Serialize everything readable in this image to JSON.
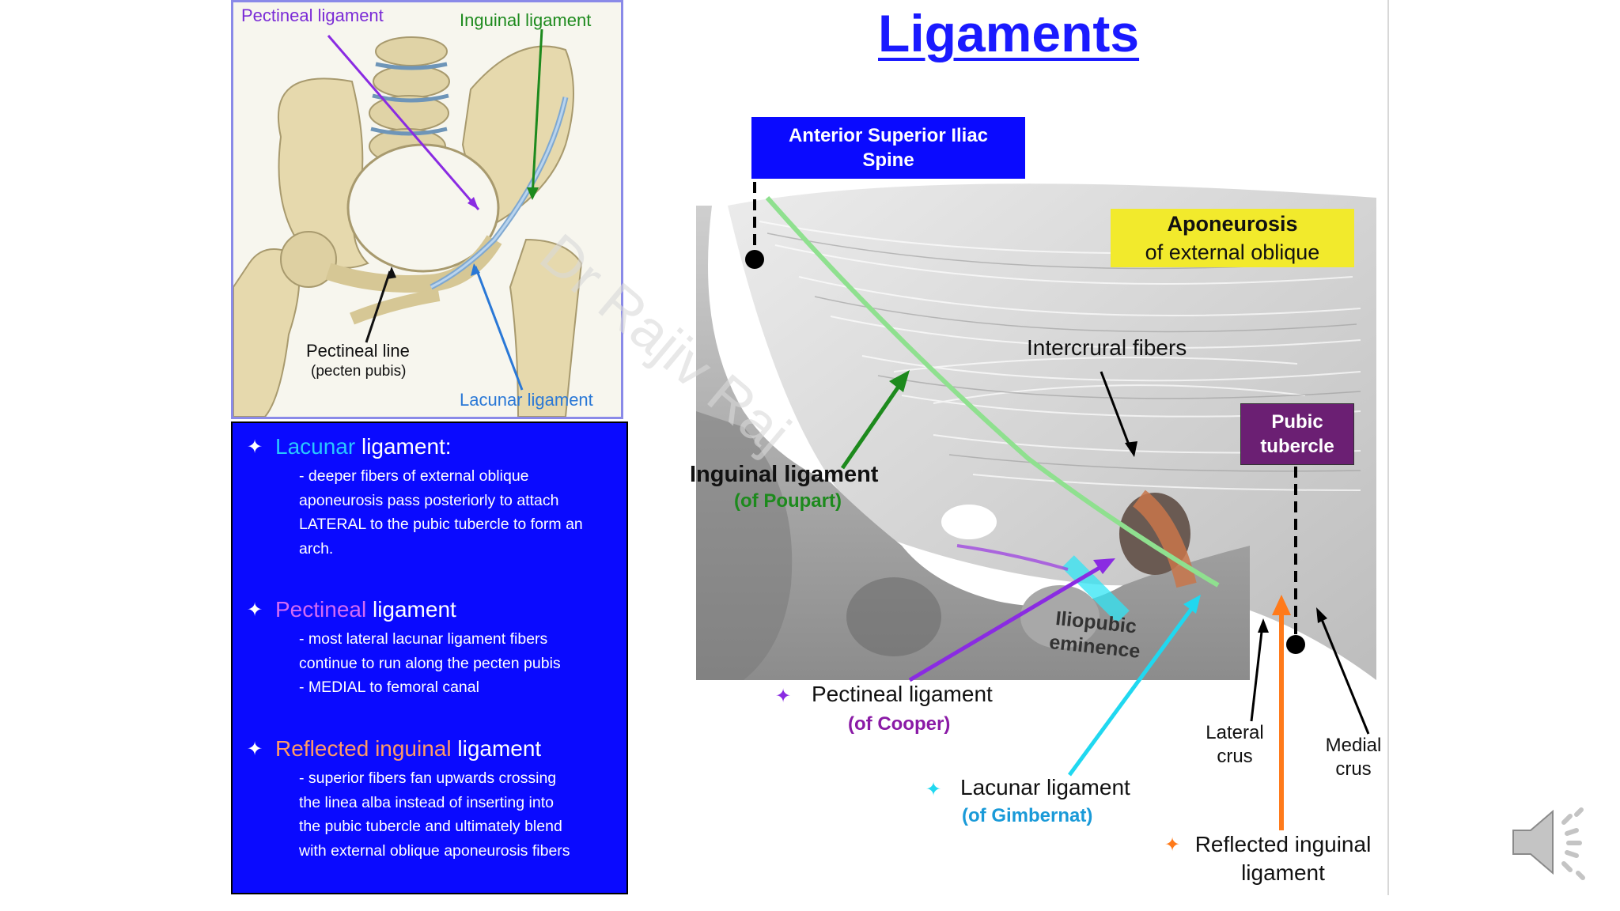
{
  "title": "Ligaments",
  "pelvis_figure": {
    "pectineal_ligament": "Pectineal ligament",
    "inguinal_ligament": "Inguinal ligament",
    "pectineal_line": "Pectineal line",
    "pecten_pubis": "(pecten pubis)",
    "lacunar_ligament": "Lacunar ligament"
  },
  "info_panel": {
    "items": [
      {
        "star": "✦",
        "highlight": "Lacunar",
        "highlight_color": "#29c7ff",
        "rest": " ligament:",
        "body": "- deeper fibers of external oblique\naponeurosis pass posteriorly to attach\nLATERAL to the pubic  tubercle to form an\narch."
      },
      {
        "star": "✦",
        "highlight": "Pectineal",
        "highlight_color": "#d36bf5",
        "rest": " ligament",
        "body": "- most lateral lacunar ligament fibers\ncontinue to run along the pecten pubis\n- MEDIAL to femoral canal"
      },
      {
        "star": "✦",
        "highlight": "Reflected inguinal",
        "highlight_color": "#ff9a66",
        "rest": " ligament",
        "body": "- superior fibers fan upwards crossing\nthe linea alba instead of inserting into\nthe pubic tubercle and ultimately blend\nwith external oblique aponeurosis fibers"
      }
    ]
  },
  "ligament_figure": {
    "asis_line1": "Anterior Superior Iliac",
    "asis_line2": "Spine",
    "aponeurosis_line1": "Aponeurosis",
    "aponeurosis_line2": "of external oblique",
    "intercrural": "Intercrural fibers",
    "pubic_line1": "Pubic",
    "pubic_line2": "tubercle",
    "inguinal": "Inguinal ligament",
    "inguinal_sub": "(of Poupart)",
    "iliopubic_line1": "Iliopubic",
    "iliopubic_line2": "eminence",
    "pectineal": "Pectineal ligament",
    "pectineal_sub": "(of Cooper)",
    "pectineal_star": "✦",
    "lacunar": "Lacunar ligament",
    "lacunar_sub": "(of Gimbernat)",
    "lacunar_star": "✦",
    "lateral_crus_line1": "Lateral",
    "lateral_crus_line2": "crus",
    "medial_crus_line1": "Medial",
    "medial_crus_line2": "crus",
    "reflected_line1": "Reflected inguinal",
    "reflected_line2": "ligament",
    "reflected_star": "✦"
  },
  "watermark": "Dr Rajiv Raj",
  "colors": {
    "title_blue": "#1a1aff",
    "panel_blue": "#0a0aff",
    "inguinal_green": "#1d8a1d",
    "pectineal_purple": "#8a2be2",
    "lacunar_cyan": "#20d8f0",
    "reflected_orange": "#ff7a1a"
  },
  "icons": {
    "speaker": "speaker-volume-icon"
  }
}
